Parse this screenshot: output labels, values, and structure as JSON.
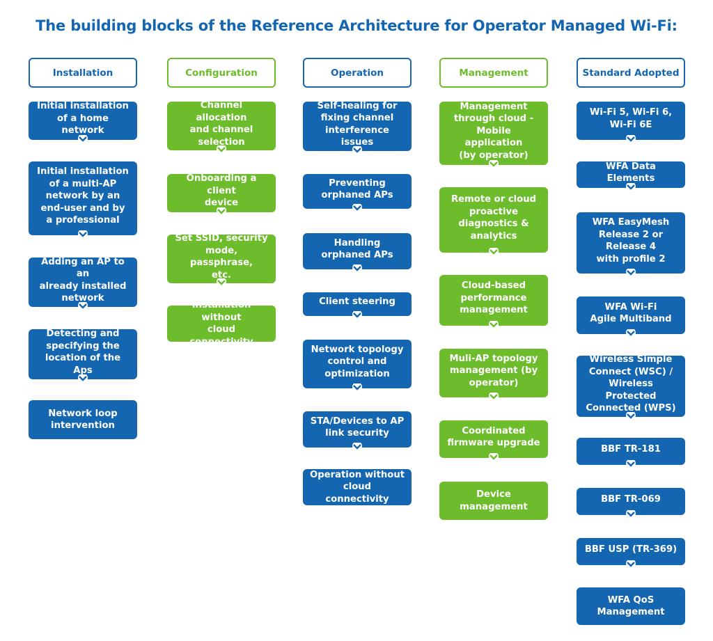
{
  "title": "The building blocks of the Reference Architecture for Operator Managed Wi-Fi:",
  "colors": {
    "blue": "#1566b0",
    "green": "#6cbc2c"
  },
  "columns": [
    {
      "header": "Installation",
      "items": [
        "Initial installation\nof a home network",
        "Initial installation\nof a multi-AP\nnetwork by an\nend-user and by\na professional",
        "Adding an AP to an\nalready installed\nnetwork",
        "Detecting and\nspecifying the\nlocation of the Aps",
        "Network loop\nintervention"
      ]
    },
    {
      "header": "Configuration",
      "items": [
        "Channel allocation\nand channel\nselection",
        "Onboarding a client\ndevice",
        "Set SSID, security\nmode, passphrase,\netc.",
        "Installation without\ncloud connectivity"
      ]
    },
    {
      "header": "Operation",
      "items": [
        "Self-healing for\nfixing channel\ninterference issues",
        "Preventing\norphaned APs",
        "Handling\norphaned APs",
        "Client steering",
        "Network topology\ncontrol and\noptimization",
        "STA/Devices to AP\nlink security",
        "Operation without\ncloud connectivity"
      ]
    },
    {
      "header": "Management",
      "items": [
        "Management\nthrough cloud -\nMobile application\n(by operator)",
        "Remote or cloud\nproactive\ndiagnostics &\nanalytics",
        "Cloud-based\nperformance\nmanagement",
        "Muli-AP topology\nmanagement (by\noperator)",
        "Coordinated\nfirmware upgrade",
        "Device\nmanagement"
      ]
    },
    {
      "header": "Standard Adopted",
      "items": [
        "Wi-Fi 5, Wi-Fi 6,\nWi-Fi 6E",
        "WFA Data Elements",
        "WFA EasyMesh\nRelease 2 or\nRelease 4\nwith profile 2",
        "WFA Wi-Fi\nAgile Multiband",
        "Wireless Simple\nConnect (WSC) /\nWireless Protected\nConnected (WPS)",
        "BBF TR-181",
        "BBF TR-069",
        "BBF USP (TR-369)",
        "WFA QoS\nManagement"
      ]
    }
  ]
}
